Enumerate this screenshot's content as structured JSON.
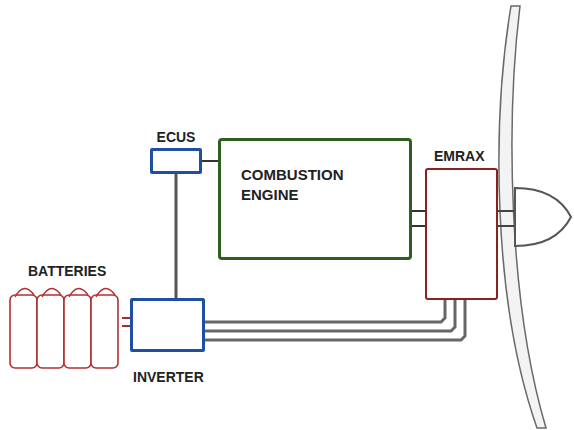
{
  "diagram": {
    "nodes": [
      {
        "text": [
          "ECUS"
        ]
      },
      {
        "text": [
          "COMBUSTION ENGINE"
        ]
      },
      {
        "text": [
          "EMRAX"
        ]
      },
      {
        "text": [
          "BATTERIES"
        ]
      },
      {
        "text": [
          "INVERTER"
        ]
      }
    ],
    "edges": [
      {
        "from": 0,
        "to": 1,
        "arrow": "none"
      },
      {
        "from": 0,
        "to": 4,
        "arrow": "none"
      },
      {
        "from": 1,
        "to": 2,
        "arrow": "none"
      },
      {
        "from": 3,
        "to": 4,
        "arrow": "none"
      },
      {
        "from": 4,
        "to": 2,
        "arrow": "none"
      }
    ]
  }
}
